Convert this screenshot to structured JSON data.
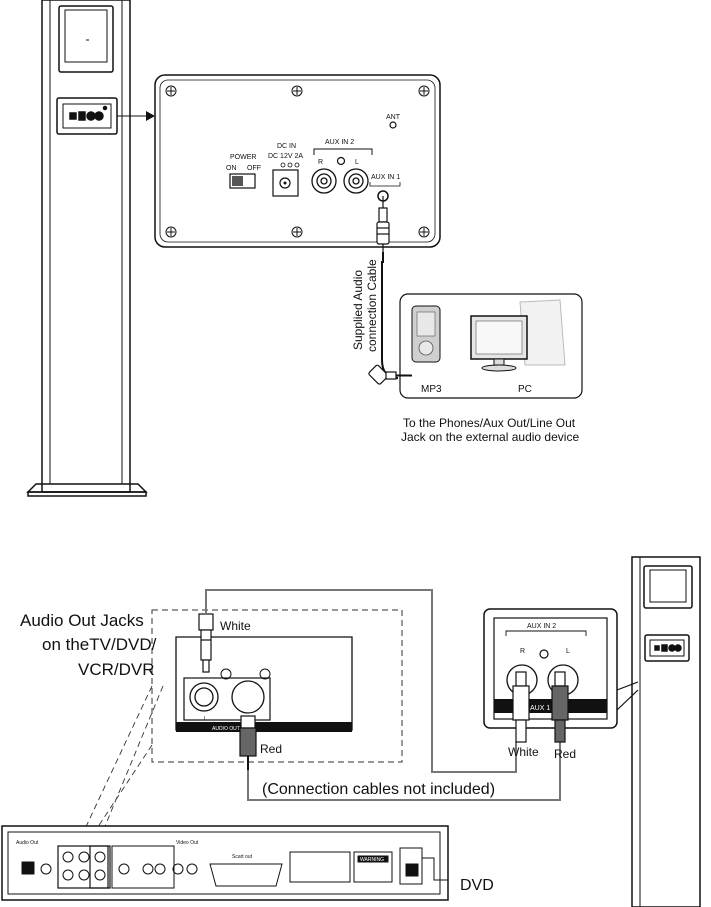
{
  "panel_top": {
    "power_label": "POWER",
    "power_on": "ON",
    "power_off": "OFF",
    "dc_in_label": "DC IN",
    "dc_in_spec": "DC 12V 2A",
    "aux_in2_label": "AUX IN 2",
    "aux_r": "R",
    "aux_l": "L",
    "aux_in1_label": "AUX IN 1",
    "ant_label": "ANT"
  },
  "cable_label_line1": "Supplied Audio",
  "cable_label_line2": "connection Cable",
  "devices": {
    "mp3_label": "MP3",
    "pc_label": "PC"
  },
  "external_caption_line1": "To the Phones/Aux Out/Line Out",
  "external_caption_line2": "Jack on the external audio device",
  "bottom": {
    "audio_out_line1": "Audio Out Jacks",
    "audio_out_line2": "on theTV/DVD/",
    "audio_out_line3": "VCR/DVR",
    "white_label_top": "White",
    "red_label_top": "Red",
    "audio_out_strip": "AUDIO OUT",
    "jack_l": "L",
    "jack_r": "R",
    "connection_note": "(Connection cables not included)",
    "aux_in2_label": "AUX IN 2",
    "aux_r": "R",
    "aux_l": "L",
    "aux_strip": "AUX 1",
    "white_label_bottom": "White",
    "red_label_bottom": "Red",
    "dvd_label": "DVD",
    "dvd_audio_out": "Audio Out",
    "dvd_video_out": "Video Out",
    "dvd_scart_out": "Scart out",
    "dvd_warning": "WARNING"
  }
}
